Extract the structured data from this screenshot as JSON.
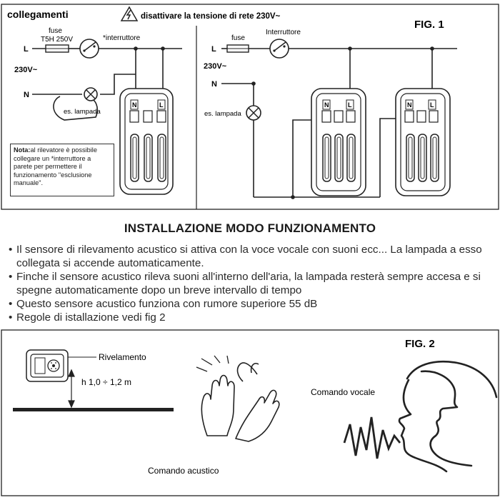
{
  "fig1": {
    "title": "collegamenti",
    "warning": "disattivare la tensione di rete 230V~",
    "fig_label": "FIG. 1",
    "left": {
      "line_L": "L",
      "fuse_label": "fuse",
      "fuse_rating": "T5H 250V",
      "switch_label": "*interruttore",
      "voltage": "230V~",
      "line_N": "N",
      "lamp_label": "es. lampada",
      "terminal_N": "N",
      "terminal_L": "L"
    },
    "right": {
      "line_L": "L",
      "fuse_label": "fuse",
      "switch_label": "Interruttore",
      "voltage": "230V~",
      "line_N": "N",
      "lamp_label": "es. lampada",
      "device1_N": "N",
      "device1_L": "L",
      "device2_N": "N",
      "device2_L": "L"
    },
    "note": {
      "bold": "Nota:",
      "text": "al rilevatore è possibile collegare un *interruttore a parete per permettere il funzionamento \"esclusione manuale\"."
    }
  },
  "section": {
    "title": "INSTALLAZIONE MODO FUNZIONAMENTO",
    "bullets": [
      "Il sensore di rilevamento acustico si attiva con la voce vocale con suoni ecc... La lampada a esso collegata si accende automaticamente.",
      "Finche il sensore acustico rileva suoni all'interno dell'aria, la lampada resterà sempre accesa e si spegne automaticamente dopo un breve intervallo di tempo",
      "Questo sensore acustico funziona con rumore superiore 55 dB",
      "Regole di istallazione vedi fig 2"
    ]
  },
  "fig2": {
    "fig_label": "FIG. 2",
    "detector_label": "Rivelamento",
    "height_label": "h 1,0 ÷ 1,2 m",
    "clap_label": "Comando acustico",
    "voice_label": "Comando vocale"
  }
}
